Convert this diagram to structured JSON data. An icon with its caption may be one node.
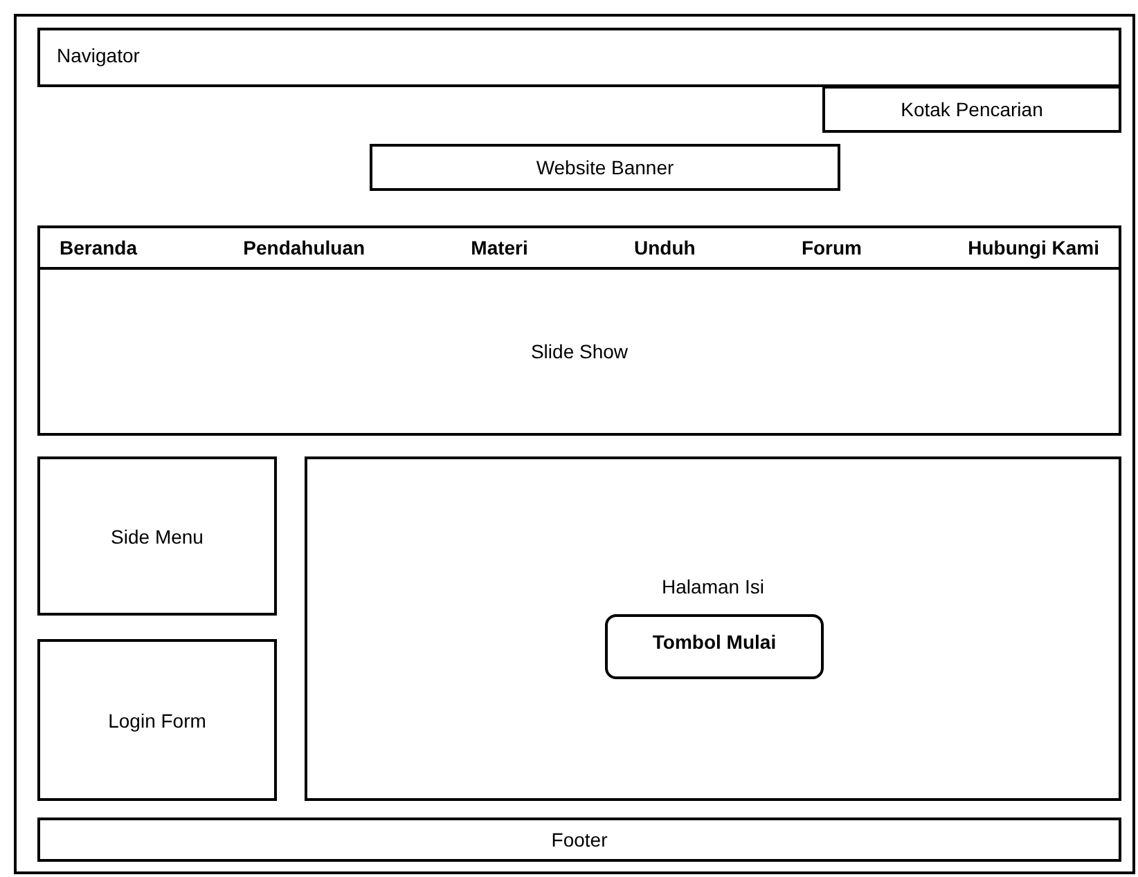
{
  "diagram": {
    "nodes": [
      {
        "text": [],
        "shape": "box"
      },
      {
        "text": [
          "Navigator"
        ],
        "in": 0
      },
      {
        "text": [
          "Kotak Pencarian"
        ],
        "in": 0
      },
      {
        "text": [
          "Website Banner"
        ],
        "in": 0
      },
      {
        "text": [
          "Beranda",
          "Pendahuluan",
          "Materi",
          "Unduh",
          "Forum",
          "Hubungi Kami"
        ],
        "in": 0
      },
      {
        "text": [
          "Slide Show"
        ],
        "in": 0
      },
      {
        "text": [
          "Side Menu"
        ],
        "in": 0
      },
      {
        "text": [
          "Halaman Isi"
        ],
        "in": 0
      },
      {
        "text": [
          "Tombol Mulai"
        ],
        "in": 7
      },
      {
        "text": [
          "Login Form"
        ],
        "in": 0
      },
      {
        "text": [
          "Footer"
        ],
        "in": 0
      }
    ],
    "edges": []
  }
}
